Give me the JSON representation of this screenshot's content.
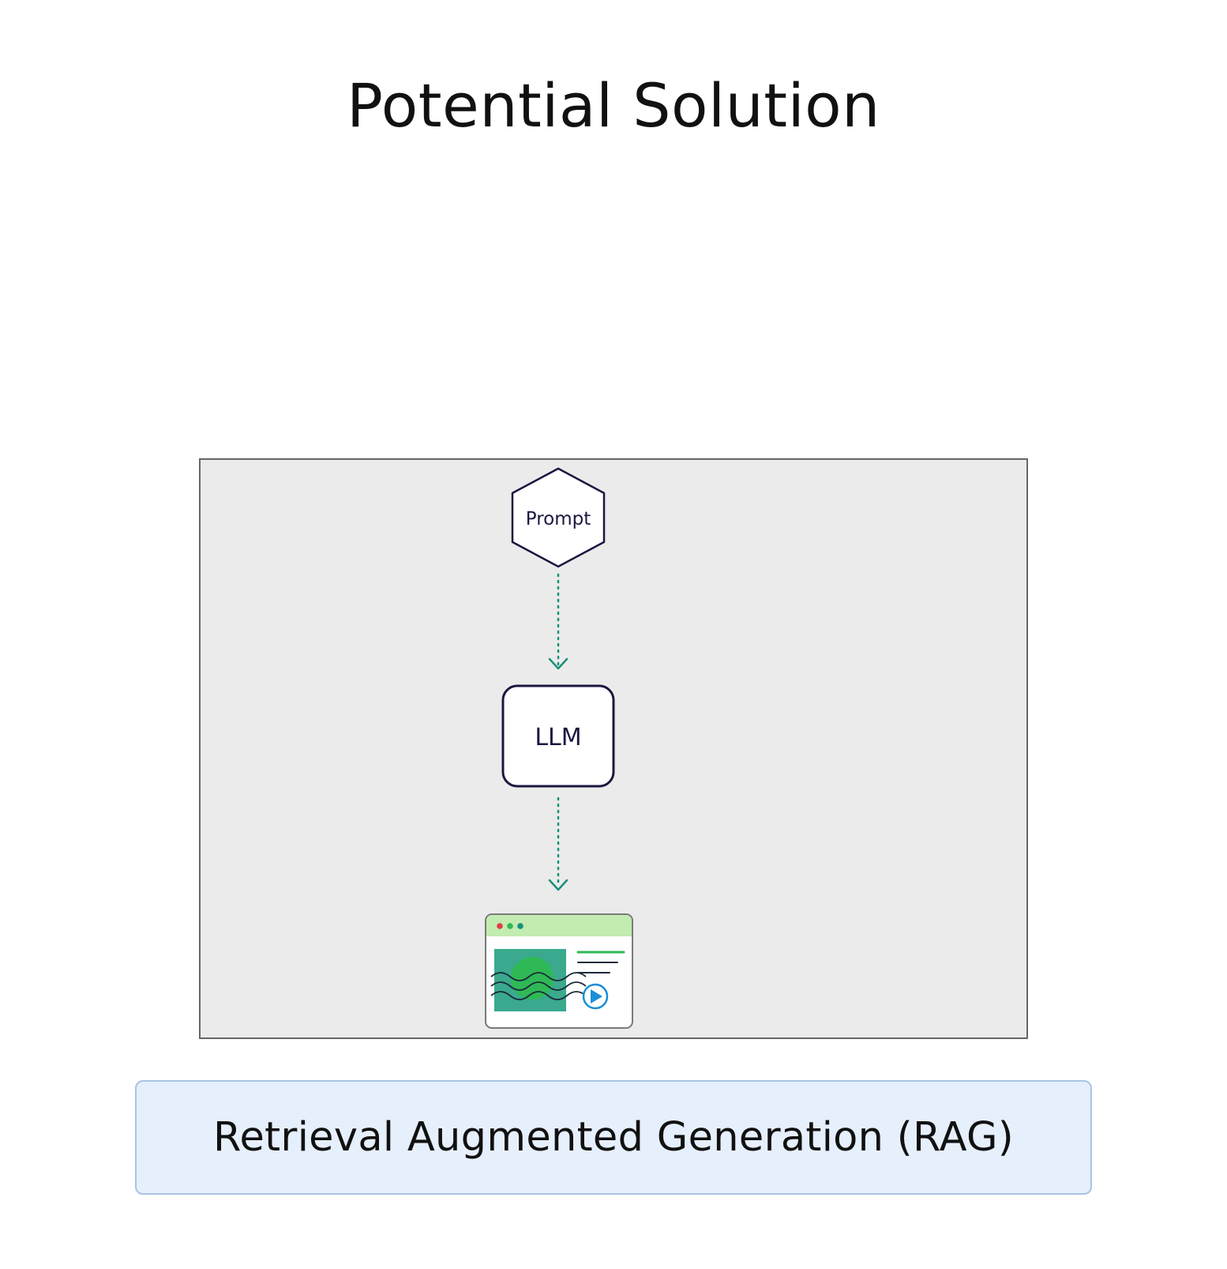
{
  "title": "Potential Solution",
  "diagram": {
    "nodes": {
      "prompt": {
        "label": "Prompt",
        "shape": "hexagon"
      },
      "llm": {
        "label": "LLM",
        "shape": "rounded-rectangle"
      },
      "output": {
        "icon": "browser-window-media-icon"
      }
    },
    "edges": [
      {
        "from": "prompt",
        "to": "llm",
        "style": "dotted-arrow"
      },
      {
        "from": "llm",
        "to": "output",
        "style": "dotted-arrow"
      }
    ]
  },
  "banner": {
    "label": "Retrieval Augmented Generation (RAG)"
  },
  "colors": {
    "panel_bg": "#ebebeb",
    "node_stroke": "#1a1840",
    "edge": "#1a8f7a",
    "banner_bg": "#e6effc",
    "banner_border": "#a9c3e6",
    "icon_green_header": "#c2ecb0",
    "icon_teal": "#3aa98e",
    "icon_green": "#2fb956",
    "icon_blue": "#1a8fd6"
  }
}
